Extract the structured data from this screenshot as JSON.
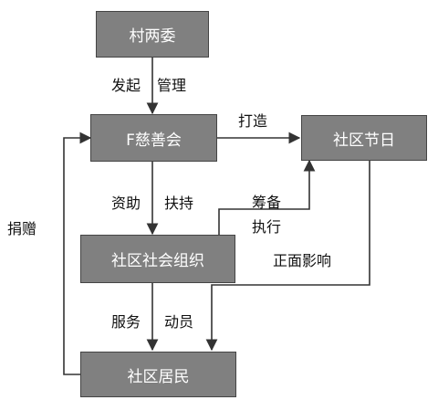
{
  "nodes": {
    "village_committees": "村两委",
    "f_charity": "F慈善会",
    "community_festival": "社区节日",
    "community_social_org": "社区社会组织",
    "community_residents": "社区居民"
  },
  "edge_labels": {
    "initiate": "发起",
    "manage": "管理",
    "build": "打造",
    "fund": "资助",
    "support": "扶持",
    "plan": "筹备",
    "execute": "执行",
    "positive_influence": "正面影响",
    "serve": "服务",
    "mobilize": "动员",
    "donate": "捐赠"
  },
  "colors": {
    "box_fill": "#808080",
    "box_border": "#444444",
    "line": "#333333"
  }
}
